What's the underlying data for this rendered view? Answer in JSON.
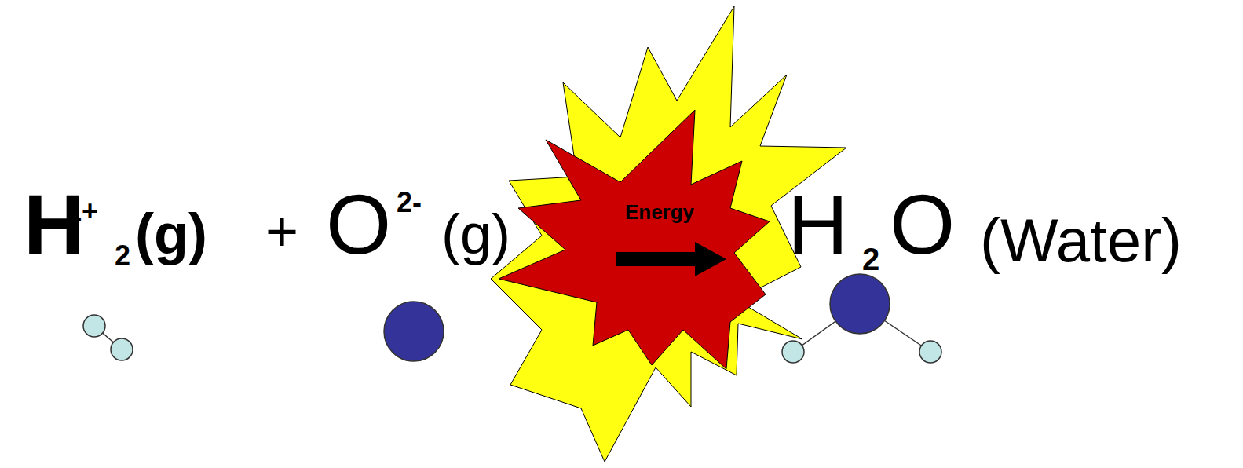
{
  "diagram": {
    "nodes": [
      {
        "text": [
          "Energy"
        ]
      }
    ],
    "edges": [],
    "labels": [
      "H",
      "1+",
      "2",
      "(g)",
      "+",
      "O",
      "2-",
      "(g)",
      "H",
      "2",
      "O",
      "(Water)"
    ]
  }
}
